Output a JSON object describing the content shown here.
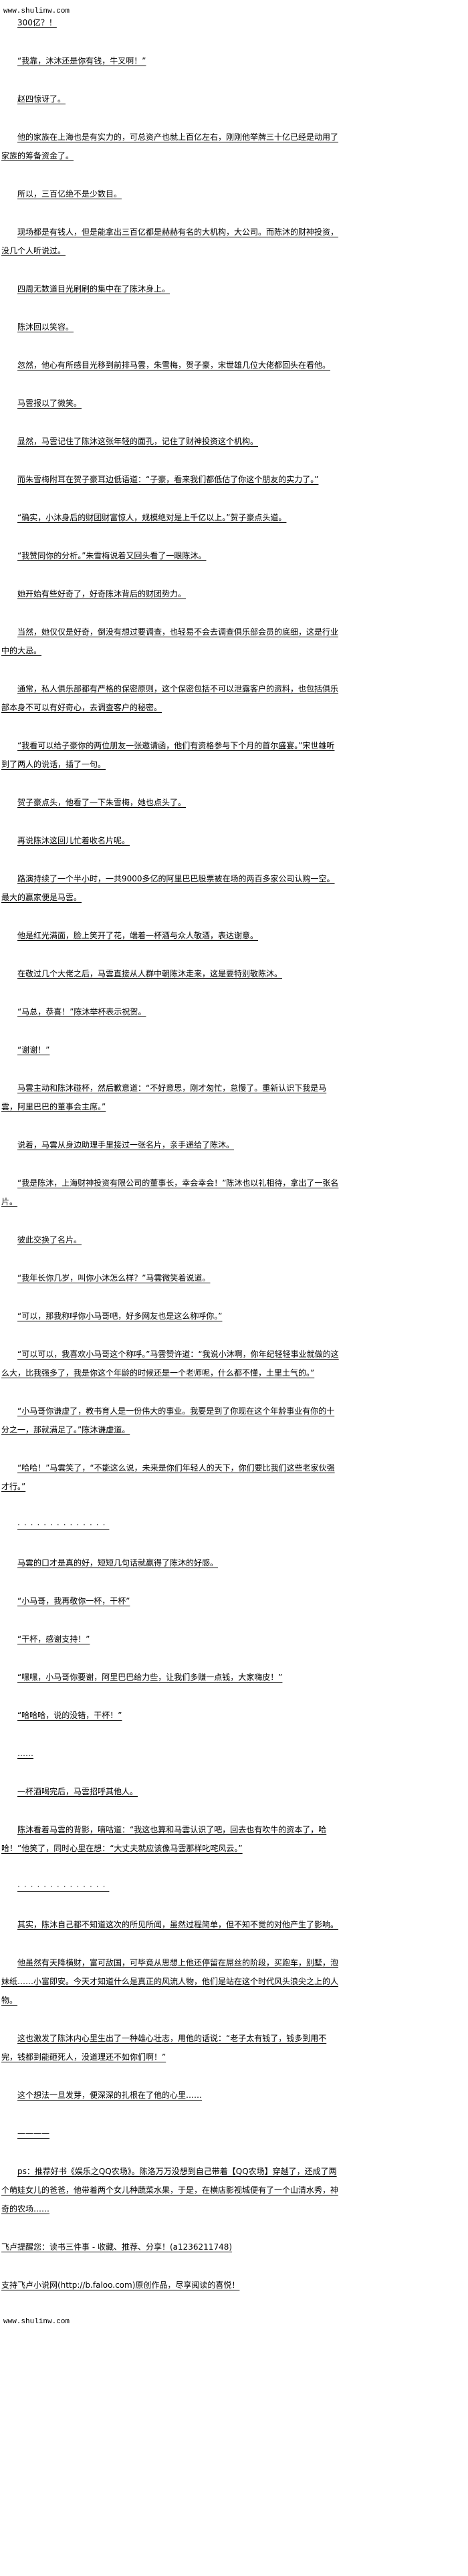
{
  "site_header": "www.shulinw.com",
  "site_footer": "www.shulinw.com",
  "paragraphs": [
    {
      "text": "300亿？！"
    },
    {
      "text": "“我靠，沐沐还是你有钱，牛叉啊！”"
    },
    {
      "text": "赵四惊讶了。"
    },
    {
      "text": "他的家族在上海也是有实力的，可总资产也就上百亿左右，刚刚他举牌三十亿已经是动用了家族的筹备资金了。"
    },
    {
      "text": "所以，三百亿绝不是少数目。"
    },
    {
      "text": "现场都是有钱人，但是能拿出三百亿都是赫赫有名的大机构，大公司。而陈沐的财神投资，没几个人听说过。"
    },
    {
      "text": "四周无数道目光刷刷的集中在了陈沐身上。"
    },
    {
      "text": "陈沐回以笑容。"
    },
    {
      "text": "忽然，他心有所感目光移到前排马雲，朱雪梅，贺子豪，宋世雄几位大佬都回头在看他。"
    },
    {
      "text": "马雲报以了微笑。"
    },
    {
      "text": "显然，马雲记住了陈沐这张年轻的面孔，记住了财神投资这个机构。"
    },
    {
      "text": "而朱雪梅附耳在贺子豪耳边低语道：“子豪，看来我们都低估了你这个朋友的实力了。”"
    },
    {
      "text": "“确实，小沐身后的财团财富惊人，规模绝对是上千亿以上。”贺子豪点头道。"
    },
    {
      "text": "“我赞同你的分析。”朱雪梅说着又回头看了一眼陈沐。"
    },
    {
      "text": "她开始有些好奇了，好奇陈沐背后的财团势力。"
    },
    {
      "text": "当然，她仅仅是好奇，倒没有想过要调查，也轻易不会去调查俱乐部会员的底细，这是行业中的大忌。"
    },
    {
      "text": "通常，私人俱乐部都有严格的保密原则，这个保密包括不可以泄露客户的资料，也包括俱乐部本身不可以有好奇心，去调查客户的秘密。"
    },
    {
      "text": "“我看可以给子豪你的两位朋友一张邀请函，他们有资格参与下个月的首尔盛宴。”宋世雄听到了两人的说话，插了一句。"
    },
    {
      "text": "贺子豪点头，他看了一下朱雪梅，她也点头了。"
    },
    {
      "text": "再说陈沐这回儿忙着收名片呢。"
    },
    {
      "text": "路演持续了一个半小时，一共9000多亿的阿里巴巴股票被在场的两百多家公司认购一空。最大的赢家便是马雲。"
    },
    {
      "text": "他是红光满面，脸上笑开了花，端着一杯酒与众人敬酒，表达谢意。"
    },
    {
      "text": "在敬过几个大佬之后，马雲直接从人群中朝陈沐走来，这是要特别敬陈沐。"
    },
    {
      "text": "“马总，恭喜！”陈沐举杯表示祝贺。"
    },
    {
      "text": "“谢谢！”"
    },
    {
      "text": "马雲主动和陈沐碰杯，然后歉意道：“不好意思，刚才匆忙，怠慢了。重新认识下我是马雲，阿里巴巴的董事会主席。”"
    },
    {
      "text": "说着，马雲从身边助理手里接过一张名片，亲手递给了陈沐。"
    },
    {
      "text": "“我是陈沐，上海财神投资有限公司的董事长，幸会幸会！”陈沐也以礼相待，拿出了一张名片。"
    },
    {
      "text": "彼此交换了名片。"
    },
    {
      "text": "“我年长你几岁，叫你小沐怎么样？”马雲微笑着说道。"
    },
    {
      "text": "“可以，那我称呼你小马哥吧，好多网友也是这么称呼你。”"
    },
    {
      "text": "“可以可以，我喜欢小马哥这个称呼。”马雲赞许道：“我说小沐啊，你年纪轻轻事业就做的这么大，比我强多了，我是你这个年龄的时候还是一个老师呢，什么都不懂，土里土气的。”"
    },
    {
      "text": "“小马哥你谦虚了，教书育人是一份伟大的事业。我要是到了你现在这个年龄事业有你的十分之一，那就满足了。”陈沐谦虚道。"
    },
    {
      "text": "“哈哈！”马雲笑了，“不能这么说，未来是你们年轻人的天下，你们要比我们这些老家伙强才行。”"
    },
    {
      "text": "··············",
      "kind": "sep"
    },
    {
      "text": "马雲的口才是真的好，短短几句话就赢得了陈沐的好感。"
    },
    {
      "text": "“小马哥，我再敬你一杯，干杯”"
    },
    {
      "text": "“干杯，感谢支持！”"
    },
    {
      "text": "“嘿嘿，小马哥你要谢，阿里巴巴给力些，让我们多赚一点钱，大家嗨皮！”"
    },
    {
      "text": "“哈哈哈，说的没错，干杯！”"
    },
    {
      "text": "……"
    },
    {
      "text": "一杯酒喝完后，马雲招呼其他人。"
    },
    {
      "text": "陈沐看着马雲的背影，嘀咕道：“我这也算和马雲认识了吧，回去也有吹牛的资本了，哈哈！”他笑了，同时心里在想：“大丈夫就应该像马雲那样叱咤风云。”"
    },
    {
      "text": "··············",
      "kind": "sep"
    },
    {
      "text": "其实，陈沐自己都不知道这次的所见所闻，虽然过程简单，但不知不觉的对他产生了影响。"
    },
    {
      "text": "他虽然有天降横财，富可敌国，可毕竟从思想上他还停留在屌丝的阶段，买跑车，别墅，泡妹纸……小富即安。今天才知道什么是真正的风流人物，他们是站在这个时代风头浪尖之上的人物。"
    },
    {
      "text": "这也激发了陈沐内心里生出了一种雄心壮志，用他的话说：“老子太有钱了，钱多到用不完，钱都到能砸死人，没道理还不如你们啊！”"
    },
    {
      "text": "这个想法一旦发芽，便深深的扎根在了他的心里……"
    },
    {
      "text": "————"
    },
    {
      "text": "ps：推荐好书《娱乐之QQ农场》。陈洛万万没想到自己带着【QQ农场】穿越了，还成了两个萌娃女儿的爸爸，他带着两个女儿种蔬菜水果，于是，在横店影视城便有了一个山清水秀，神奇的农场……"
    },
    {
      "text": "飞卢提醒您：读书三件事 - 收藏、推荐、分享！(a1236211748)",
      "kind": "noindent"
    },
    {
      "text": "支持飞卢小说网(http://b.faloo.com)原创作品，尽享阅读的喜悦！",
      "kind": "noindent"
    }
  ]
}
